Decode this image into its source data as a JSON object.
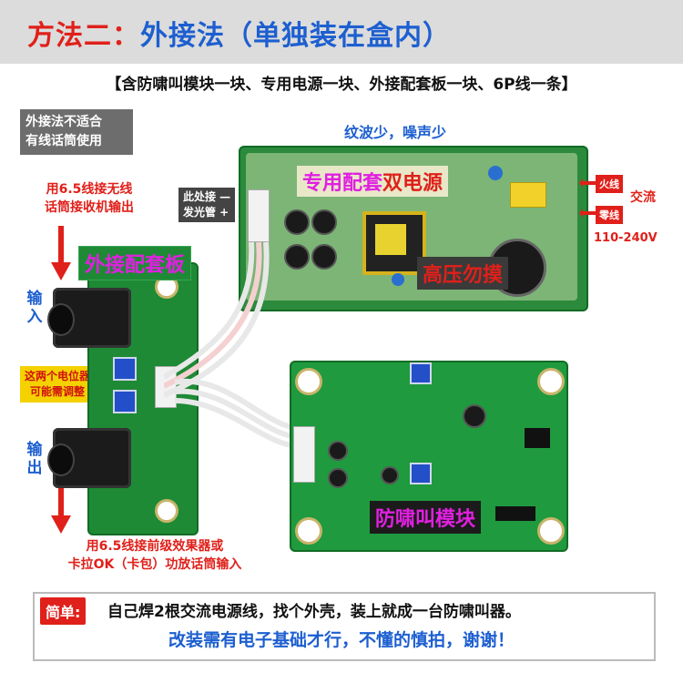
{
  "header": {
    "title_part1": "方法二：",
    "title_part2": "外接法（单独装在盒内）"
  },
  "subtitle": "【含防啸叫模块一块、专用电源一块、外接配套板一块、6P线一条】",
  "notes": {
    "not_suitable_line1": "外接法不适合",
    "not_suitable_line2": "有线话筒使用",
    "input_hint_line1": "用6.5线接无线",
    "input_hint_line2": "话筒接收机输出",
    "input_label_1": "输",
    "input_label_2": "入",
    "output_label_1": "输",
    "output_label_2": "出",
    "pot_note_line1": "这两个电位器",
    "pot_note_line2": "可能需调整",
    "output_hint_line1": "用6.5线接前级效果器或",
    "output_hint_line2": "卡拉OK（卡包）功放话筒输入",
    "ripple": "纹波少，噪声少",
    "led_line1": "此处接 —",
    "led_line2": "发光管 +",
    "live_wire": "火线",
    "neutral_wire": "零线",
    "ac": "交流",
    "voltage": "110-240V"
  },
  "labels": {
    "external_board": "外接配套板",
    "power_supply_p1": "专用配套",
    "power_supply_p2": "双电源",
    "high_voltage": "高压勿摸",
    "anti_howl": "防啸叫模块"
  },
  "footer": {
    "tag": "简单:",
    "line1": "自己焊2根交流电源线，找个外壳，装上就成一台防啸叫器。",
    "line2": "改装需有电子基础才行，不懂的慎拍，谢谢！"
  },
  "colors": {
    "red": "#e0201a",
    "blue": "#1d5fd0",
    "pcb_green": "#1e8a35",
    "magenta": "#e020e0",
    "yellow": "#f5d100"
  }
}
